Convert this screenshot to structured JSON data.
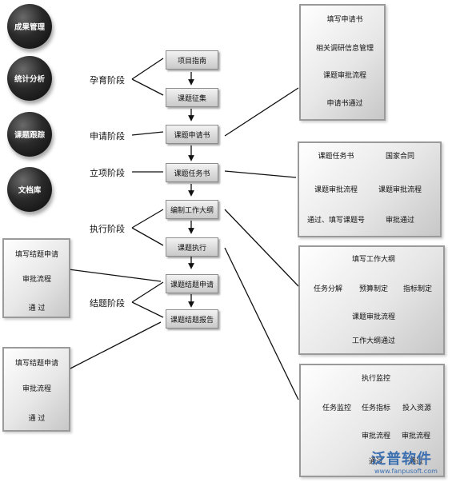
{
  "nav_circles": [
    "成果管理",
    "统计分析",
    "课题跟踪",
    "文档库"
  ],
  "stages": [
    "孕育阶段",
    "申请阶段",
    "立项阶段",
    "执行阶段",
    "结题阶段"
  ],
  "steps": [
    "项目指南",
    "课题征集",
    "课题申请书",
    "课题任务书",
    "编制工作大纲",
    "课题执行",
    "课题结题申请",
    "课题结题报告"
  ],
  "panel_application": [
    "填写申请书",
    "相关调研信息管理",
    "课题审批流程",
    "申请书通过"
  ],
  "panel_task": {
    "left": [
      "课题任务书",
      "课题审批流程",
      "通过、填写课题号"
    ],
    "right": [
      "国家合同",
      "课题审批流程",
      "审批通过"
    ]
  },
  "panel_outline": {
    "top": "填写工作大纲",
    "middle": [
      "任务分解",
      "预算制定",
      "指标制定"
    ],
    "review": "课题审批流程",
    "result": "工作大纲通过"
  },
  "panel_execution": {
    "top": "执行监控",
    "middle": [
      "任务监控",
      "任务指标",
      "投入资源"
    ],
    "review_left": "审批流程",
    "review_right": "审批流程",
    "result_left": "通过",
    "result_right": "通过"
  },
  "panel_conclusion_1": [
    "填写结题申请",
    "审批流程",
    "通 过"
  ],
  "panel_conclusion_2": [
    "填写结题申请",
    "审批流程",
    "通 过"
  ],
  "watermark": {
    "text": "泛普软件",
    "url": "www.fanpusoft.com"
  }
}
